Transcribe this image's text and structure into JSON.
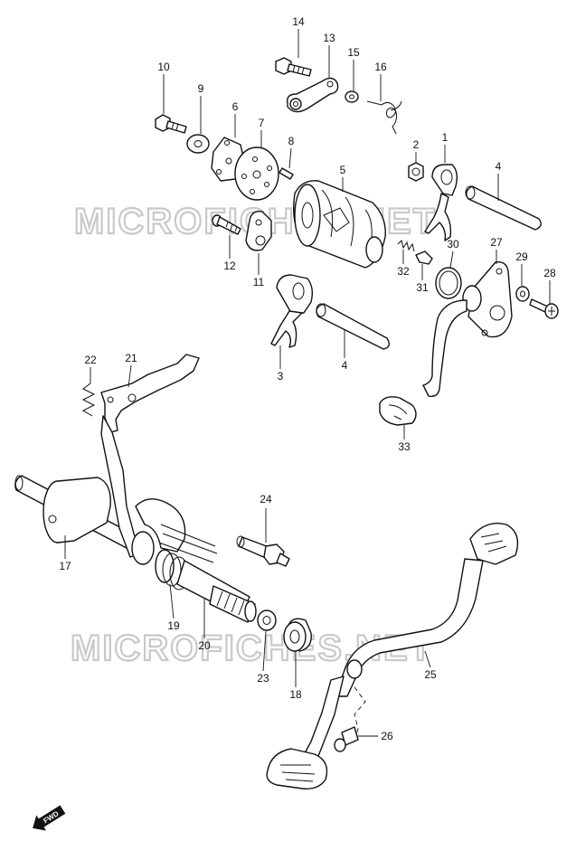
{
  "watermark": {
    "text": "MICROFICHES.NET"
  },
  "direction": {
    "label": "FWD"
  },
  "part_numbers": {
    "p1": "1",
    "p2": "2",
    "p3": "3",
    "p4a": "4",
    "p4b": "4",
    "p5": "5",
    "p6": "6",
    "p7": "7",
    "p8": "8",
    "p9": "9",
    "p10": "10",
    "p11": "11",
    "p12": "12",
    "p13": "13",
    "p14": "14",
    "p15": "15",
    "p16": "16",
    "p17": "17",
    "p18": "18",
    "p19": "19",
    "p20": "20",
    "p21": "21",
    "p22": "22",
    "p23": "23",
    "p24": "24",
    "p25": "25",
    "p26": "26",
    "p27": "27",
    "p28": "28",
    "p29": "29",
    "p30": "30",
    "p31": "31",
    "p32": "32",
    "p33": "33"
  }
}
